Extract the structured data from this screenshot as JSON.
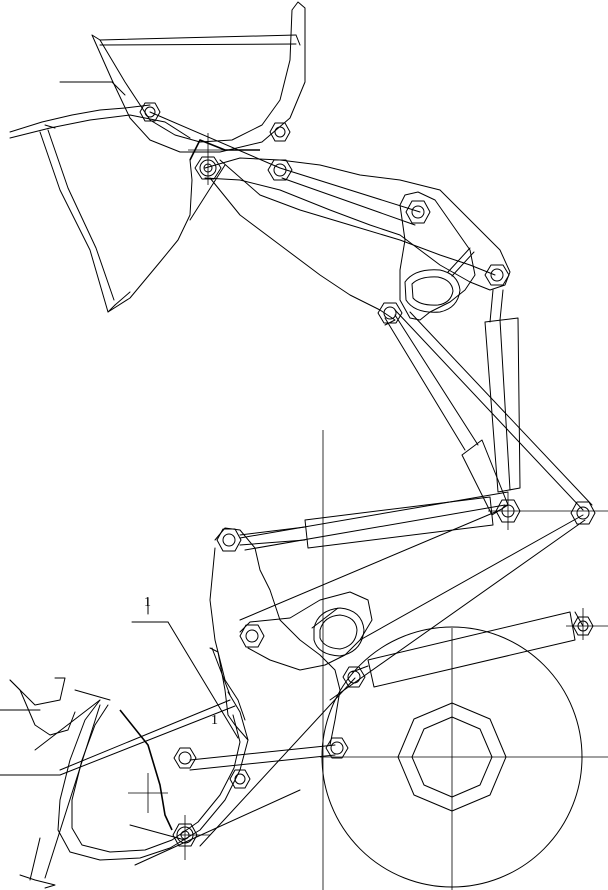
{
  "labels": {
    "raised_index": "1",
    "lowered_index": "1"
  },
  "colors": {
    "line": "#000000",
    "background": "#ffffff"
  },
  "components": [
    "bucket",
    "boom",
    "lift-cylinder",
    "tilt-cylinder",
    "rocker-arm",
    "links",
    "front-wheel",
    "pivot-pins"
  ]
}
